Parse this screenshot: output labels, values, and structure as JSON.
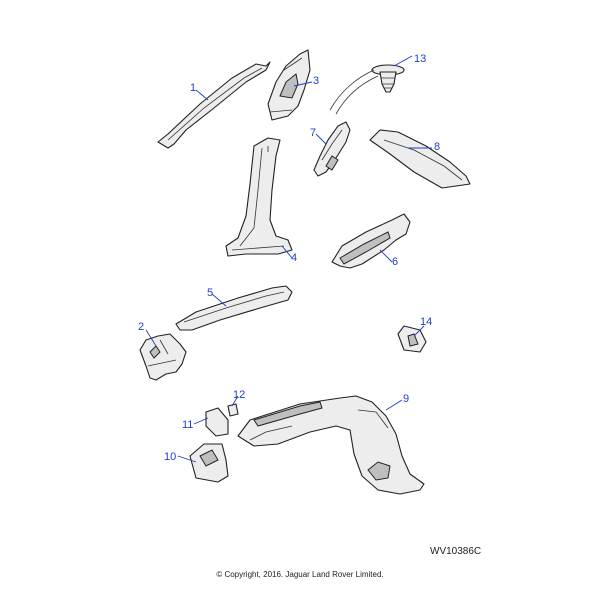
{
  "diagram": {
    "callouts": [
      {
        "label": "1"
      },
      {
        "label": "2"
      },
      {
        "label": "3"
      },
      {
        "label": "4"
      },
      {
        "label": "5"
      },
      {
        "label": "6"
      },
      {
        "label": "7"
      },
      {
        "label": "8"
      },
      {
        "label": "9"
      },
      {
        "label": "10"
      },
      {
        "label": "11"
      },
      {
        "label": "12"
      },
      {
        "label": "13"
      },
      {
        "label": "14"
      }
    ],
    "reference_code": "WV10386C",
    "copyright": "© Copyright, 2016. Jaguar Land Rover Limited.",
    "colors": {
      "callout": "#1f3fbf",
      "outline": "#222222",
      "part_fill": "#ededed"
    }
  }
}
